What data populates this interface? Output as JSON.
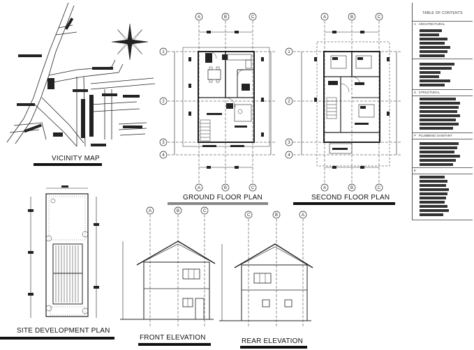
{
  "titles": {
    "vicinity": "VICINITY MAP",
    "ground": "GROUND FLOOR PLAN",
    "second": "SECOND FLOOR PLAN",
    "site": "SITE DEVELOPMENT PLAN",
    "front": "FRONT ELEVATION",
    "rear": "REAR ELEVATION"
  },
  "toc": {
    "heading": "TABLE OF CONTENTS",
    "sections": [
      {
        "letter": "A",
        "label": "ARCHITECTURAL"
      },
      {
        "letter": "S",
        "label": "STRUCTURAL"
      },
      {
        "letter": "P",
        "label": "PLUMBING/ SANITARY"
      },
      {
        "letter": "E",
        "label": ""
      }
    ]
  },
  "grid": {
    "ground_top": [
      "A",
      "B",
      "C"
    ],
    "second_top": [
      "A",
      "B",
      "C"
    ],
    "rows": [
      "1",
      "2",
      "3",
      "4"
    ],
    "front": [
      "A",
      "B",
      "C"
    ],
    "rear": [
      "C",
      "B",
      "A"
    ]
  }
}
